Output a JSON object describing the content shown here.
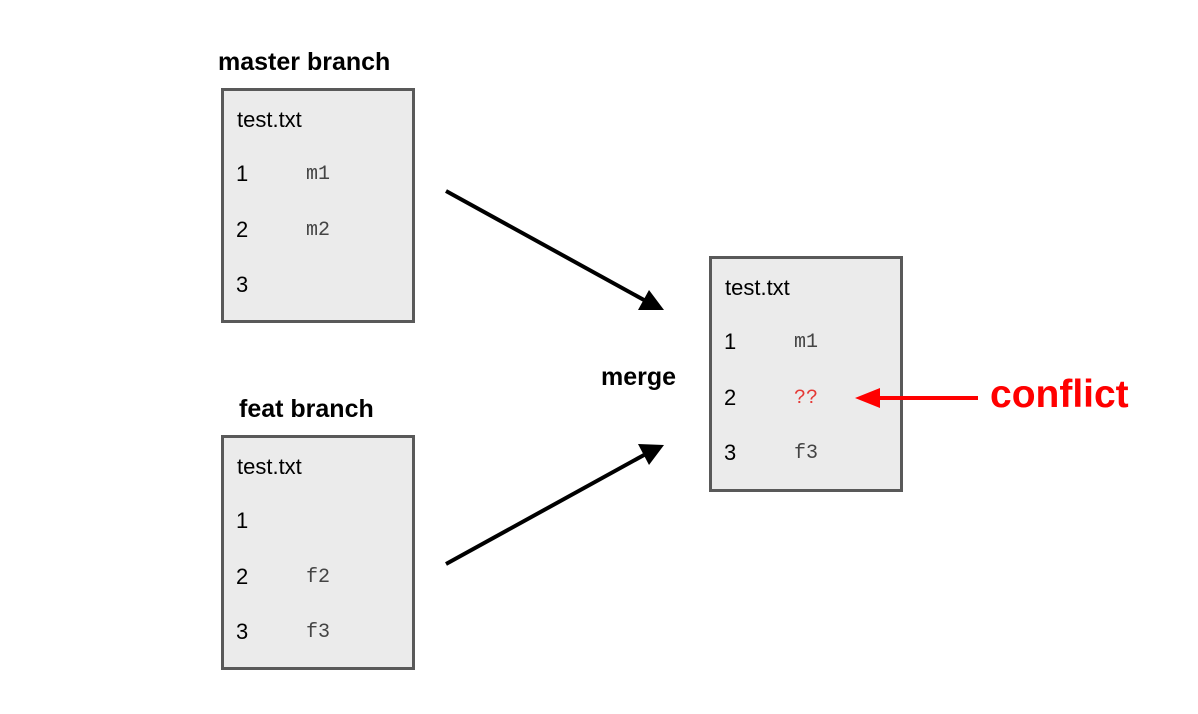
{
  "master": {
    "title": "master branch",
    "file": "test.txt",
    "lines": [
      {
        "num": "1",
        "text": "m1"
      },
      {
        "num": "2",
        "text": "m2"
      },
      {
        "num": "3",
        "text": ""
      }
    ]
  },
  "feat": {
    "title": "feat branch",
    "file": "test.txt",
    "lines": [
      {
        "num": "1",
        "text": ""
      },
      {
        "num": "2",
        "text": "f2"
      },
      {
        "num": "3",
        "text": "f3"
      }
    ]
  },
  "merge": {
    "title": "merge",
    "file": "test.txt",
    "lines": [
      {
        "num": "1",
        "text": "m1"
      },
      {
        "num": "2",
        "text": "??"
      },
      {
        "num": "3",
        "text": "f3"
      }
    ]
  },
  "conflict": {
    "label": "conflict",
    "color": "#ff0000"
  }
}
